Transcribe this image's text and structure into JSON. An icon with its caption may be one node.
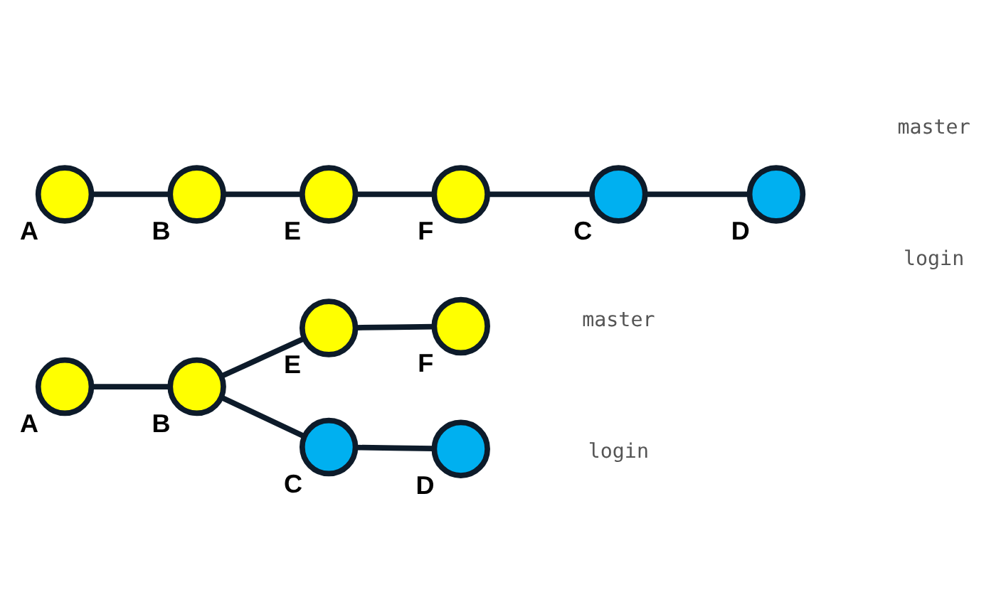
{
  "diagram": {
    "nodes": [
      {
        "text": [],
        "shape": "circle",
        "beside": [
          "A"
        ]
      },
      {
        "text": [],
        "shape": "circle",
        "beside": [
          "B"
        ]
      },
      {
        "text": [],
        "shape": "circle",
        "beside": [
          "E"
        ]
      },
      {
        "text": [],
        "shape": "circle",
        "beside": [
          "F"
        ]
      },
      {
        "text": [],
        "shape": "circle",
        "beside": [
          "C"
        ]
      },
      {
        "text": [],
        "shape": "circle",
        "beside": [
          "D"
        ]
      },
      {
        "text": [],
        "shape": "circle",
        "beside": [
          "A"
        ]
      },
      {
        "text": [],
        "shape": "circle",
        "beside": [
          "B"
        ]
      },
      {
        "text": [],
        "shape": "circle",
        "beside": [
          "E"
        ]
      },
      {
        "text": [],
        "shape": "circle",
        "beside": [
          "F"
        ]
      },
      {
        "text": [],
        "shape": "circle",
        "beside": [
          "C"
        ]
      },
      {
        "text": [],
        "shape": "circle",
        "beside": [
          "D"
        ]
      }
    ],
    "edges": [
      {
        "from": 0,
        "to": 1,
        "arrow": "none"
      },
      {
        "from": 1,
        "to": 2,
        "arrow": "none"
      },
      {
        "from": 2,
        "to": 3,
        "arrow": "none"
      },
      {
        "from": 1,
        "to": 4,
        "arrow": "none"
      },
      {
        "from": 4,
        "to": 5,
        "arrow": "none"
      },
      {
        "from": 6,
        "to": 7,
        "arrow": "none"
      },
      {
        "from": 7,
        "to": 8,
        "arrow": "none"
      },
      {
        "from": 8,
        "to": 9,
        "arrow": "none"
      },
      {
        "from": 9,
        "to": 10,
        "arrow": "none"
      },
      {
        "from": 10,
        "to": 11,
        "arrow": "none"
      }
    ],
    "labels": [
      "master",
      "login",
      "master",
      "login"
    ]
  }
}
